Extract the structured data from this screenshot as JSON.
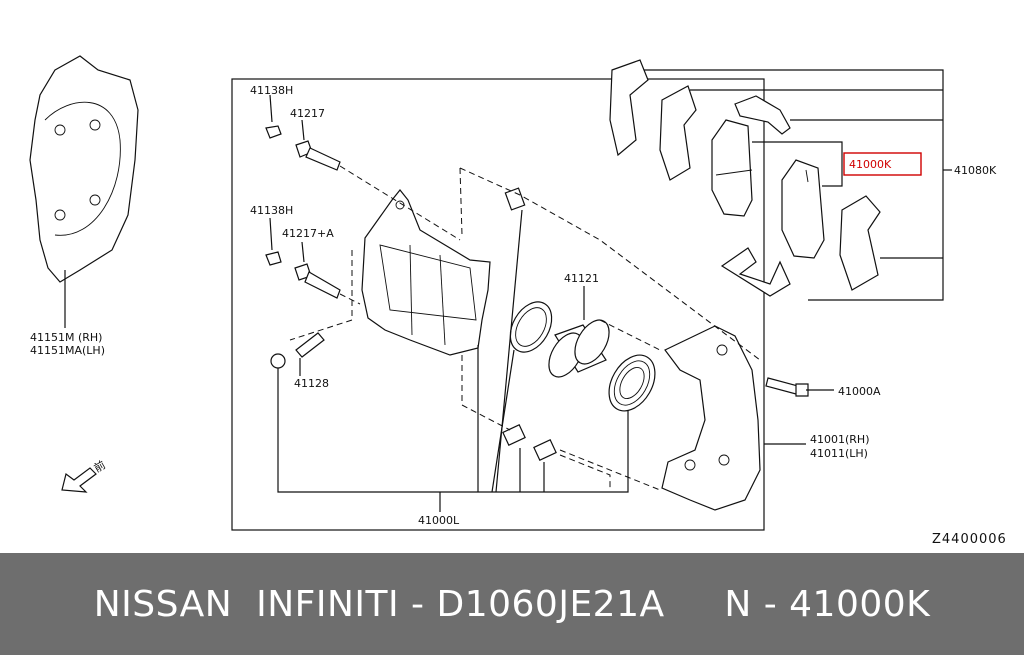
{
  "diagram": {
    "labels": {
      "p41138H_a": "41138H",
      "p41217": "41217",
      "p41138H_b": "41138H",
      "p41217A": "41217+A",
      "p41128": "41128",
      "p41121": "41121",
      "p41000L": "41000L",
      "p41000A": "41000A",
      "p41001": "41001(RH)",
      "p41011": "41011(LH)",
      "p41151M": "41151M  (RH)",
      "p41151MA": "41151MA(LH)",
      "p41080K": "41080K",
      "p41000K": "41000K",
      "fig_code": "Z4400006"
    },
    "front_glyph": "前",
    "highlight_color": "#d00000"
  },
  "footer": {
    "text": "NISSAN  INFINITI - D1060JE21A     N - 41000K",
    "background": "#6e6e6e"
  }
}
